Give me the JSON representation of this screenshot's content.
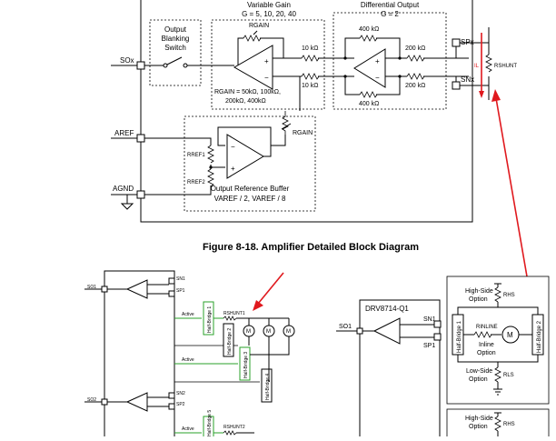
{
  "top": {
    "variable_gain_title": "Variable Gain",
    "variable_gain_values": "G = 5, 10, 20, 40",
    "diff_output_title": "Differential Output",
    "diff_output_gain": "G = 2",
    "blanking_line1": "Output",
    "blanking_line2": "Blanking",
    "blanking_line3": "Switch",
    "rgain": "RGAIN",
    "rgain_values_line1": "RGAIN = 50kΩ, 100kΩ,",
    "rgain_values_line2": "200kΩ, 400kΩ",
    "r10k_a": "10 kΩ",
    "r10k_b": "10 kΩ",
    "r400k_a": "400 kΩ",
    "r400k_b": "400 kΩ",
    "r200k_a": "200 kΩ",
    "r200k_b": "200 kΩ",
    "spx": "SPx",
    "snx": "SNx",
    "sox": "SOx",
    "aref": "AREF",
    "agnd": "AGND",
    "rref1": "RREF1",
    "rref2": "RREF2",
    "buffer_title": "Output Reference Buffer",
    "buffer_values": "VAREF / 2, VAREF / 8",
    "rgain_low": "RGAIN",
    "il": "IL",
    "rshunt": "RSHUNT",
    "plus": "+",
    "minus": "−"
  },
  "caption": "Figure 8-18. Amplifier Detailed Block Diagram",
  "bottom_left": {
    "so1": "SO1",
    "so2": "SO2",
    "sn1": "SN1",
    "sp1": "SP1",
    "sn2": "SN2",
    "sp2": "SP2",
    "active1": "Active",
    "active2": "Active",
    "active3": "Active",
    "hb1": "Half-Bridge 1",
    "hb2": "Half-Bridge 2",
    "hb3": "Half-Bridge 3",
    "hb4": "Half-Bridge 4",
    "hb5": "Half-Bridge 5",
    "rshunt1": "RSHUNT1",
    "rshunt2": "RSHUNT2",
    "m": "M"
  },
  "bottom_mid": {
    "chip": "DRV8714-Q1",
    "so1": "SO1",
    "sn1": "SN1",
    "sp1": "SP1"
  },
  "bottom_right": {
    "high_side_1": "High-Side",
    "high_side_2": "Option",
    "rhs": "RHS",
    "rinline": "RINLINE",
    "inline_1": "Inline",
    "inline_2": "Option",
    "hb1": "Half-Bridge 1",
    "hb2": "Half-Bridge 2",
    "m": "M",
    "low_side_1": "Low-Side",
    "low_side_2": "Option",
    "rls": "RLS",
    "high_side_b1": "High-Side",
    "high_side_b2": "Option",
    "rhs_b": "RHS"
  },
  "colors": {
    "arrow": "#e0191e",
    "active_path": "#2aa02a"
  }
}
